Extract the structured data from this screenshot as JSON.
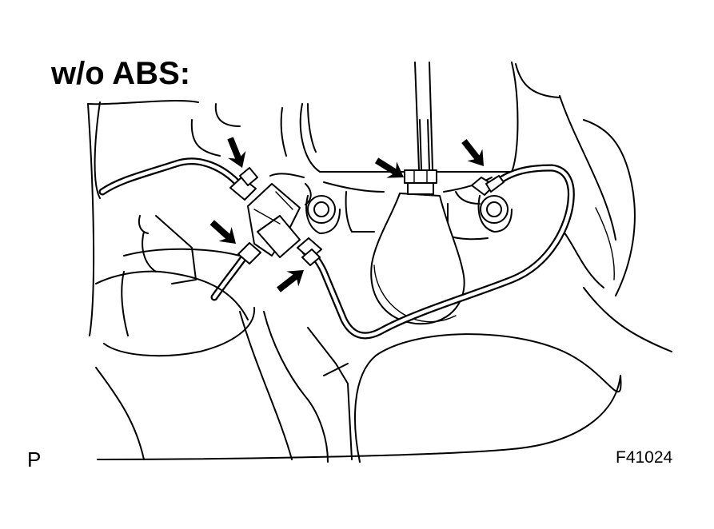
{
  "diagram": {
    "title": "w/o ABS:",
    "corner_left": "P",
    "figure_code": "F41024",
    "arrow_count": 5
  }
}
